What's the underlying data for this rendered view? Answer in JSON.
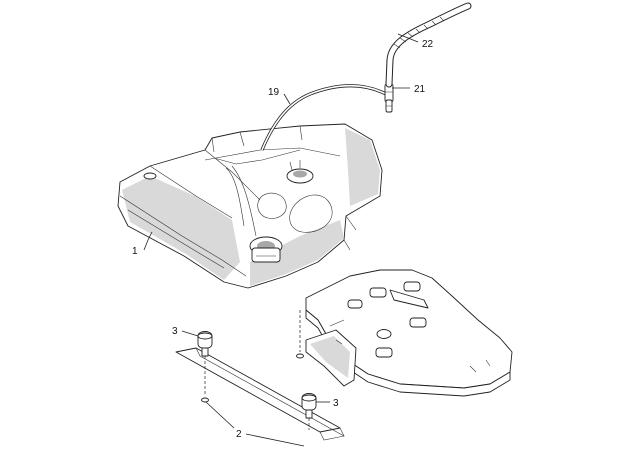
{
  "callouts": {
    "c1": "1",
    "c2": "2",
    "c3a": "3",
    "c3b": "3",
    "c19": "19",
    "c21": "21",
    "c22": "22"
  }
}
